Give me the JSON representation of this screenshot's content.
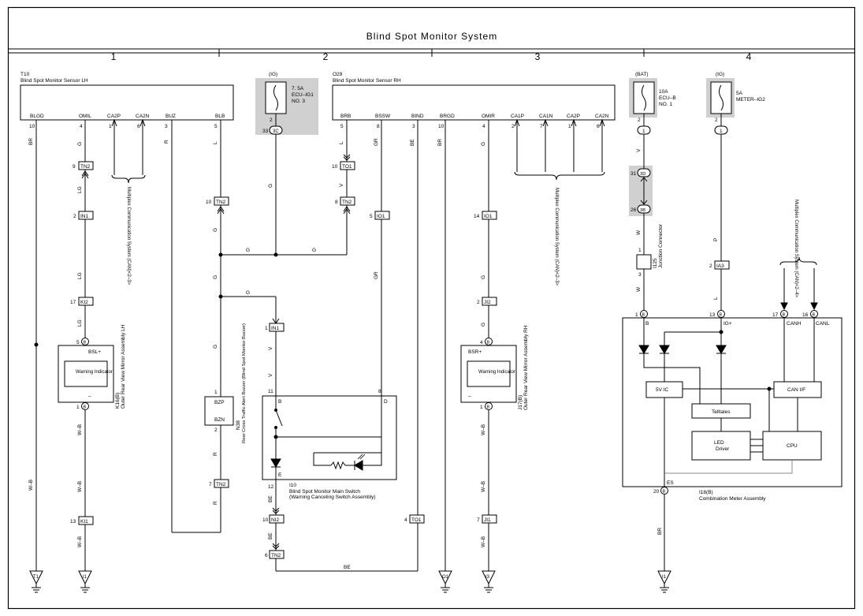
{
  "title": "Blind Spot Monitor System",
  "columns": [
    "1",
    "2",
    "3",
    "4"
  ],
  "components": {
    "t10": {
      "code": "T10",
      "name": "Blind Spot Monitor Sensor LH",
      "pins": [
        "BLGD",
        "OMIL",
        "CA2P",
        "CA2N",
        "BUZ",
        "BLB"
      ],
      "pin_numbers": [
        "10",
        "4",
        "1",
        "6",
        "3",
        "5"
      ]
    },
    "o29": {
      "code": "O29",
      "name": "Blind Spot Monitor Sensor RH",
      "pins": [
        "BRB",
        "BSSW",
        "BIND",
        "BRGD",
        "OMIR",
        "CA1P",
        "CA1N",
        "CA2P",
        "CA2N"
      ],
      "pin_numbers": [
        "5",
        "8",
        "3",
        "10",
        "4",
        "2",
        "7",
        "1",
        "6"
      ]
    },
    "fuse_ig1": {
      "supply": "(IG)",
      "rating": "7. 5A",
      "name": "ECU–IG1",
      "no": "NO. 3",
      "pin": "2",
      "conn": "3C",
      "conn_pin": "33"
    },
    "fuse_ecub": {
      "supply": "(BAT)",
      "rating": "10A",
      "name": "ECU–B",
      "no": "NO. 1",
      "pin": "2",
      "conn": "1"
    },
    "fuse_meter": {
      "supply": "(IG)",
      "rating": "5A",
      "name": "METER–IG2",
      "pin": "2",
      "conn": "1"
    },
    "k16": {
      "code": "K16(B)",
      "name": "Outer Rear View Mirror Assembly LH",
      "indicator": "Warning Indicator",
      "plus": "BSL+",
      "minus": "–",
      "pin_top": "5",
      "pin_bottom": "1",
      "conn": "B"
    },
    "j17": {
      "code": "J17(B)",
      "name": "Outer Rear View Mirror Assembly RH",
      "indicator": "Warning Indicator",
      "plus": "BSR+",
      "minus": "–",
      "pin_top": "4",
      "pin_bottom": "1",
      "conn": "B"
    },
    "n38": {
      "code": "N38",
      "name": "Rear Cross Traffic Alert Buzzer (Blind Spot Monitor Buzzer)",
      "pin1": "BZP",
      "pin2": "BZN",
      "pin1_no": "1",
      "pin2_no": "2"
    },
    "i10": {
      "code": "I10",
      "name": "Blind Spot Monitor Main Switch",
      "sub": "(Warning Canceling Switch Assembly)",
      "pin_b": "B",
      "pin_d": "D",
      "pin_e": "E",
      "b_no": "11",
      "d_no": "8",
      "e_no": "12"
    },
    "i125": {
      "code": "I125",
      "name": "Junction Connector",
      "pin_top": "1",
      "pin_bottom": "3"
    },
    "i18": {
      "code": "I18(B)",
      "name": "Combination Meter Assembly",
      "pins": [
        "B",
        "IG+",
        "CANH",
        "CANL",
        "ES"
      ],
      "pin_numbers": [
        "1",
        "13",
        "17",
        "16",
        "20"
      ],
      "conn": "B",
      "blocks": [
        "5V IC",
        "CAN I/F",
        "Telltales",
        "LED Driver",
        "CPU"
      ]
    }
  },
  "connectors": [
    "TN2",
    "IN1",
    "KI2",
    "KI1",
    "TO1",
    "IO1",
    "JI2",
    "JI1",
    "NI2",
    "IA3",
    "3D",
    "3B"
  ],
  "connector_pins": {
    "tn2_a": "9",
    "in1_a": "2",
    "ki2": "17",
    "ki1": "13",
    "tn2_b": "10",
    "tn2_c": "7",
    "to1_a": "10",
    "tn2_d": "8",
    "io1_a": "5",
    "io1_b": "14",
    "ji2": "2",
    "ji1": "7",
    "in1_b": "1",
    "ni2": "10",
    "tn2_e": "6",
    "to1_b": "4",
    "jc_3d": "31",
    "jc_3b": "26",
    "ia3": "2"
  },
  "grounds": [
    "T1",
    "I1",
    "O1",
    "I3",
    "I1"
  ],
  "can_label": "Multiplex Communication System (CAN)<2–3>",
  "can_label_meter": "Multiplex Communication System (CAN)<2–4>",
  "wire_colors": [
    "BR",
    "G",
    "LG",
    "W–B",
    "R",
    "L",
    "V",
    "GR",
    "BE",
    "W",
    "P"
  ]
}
